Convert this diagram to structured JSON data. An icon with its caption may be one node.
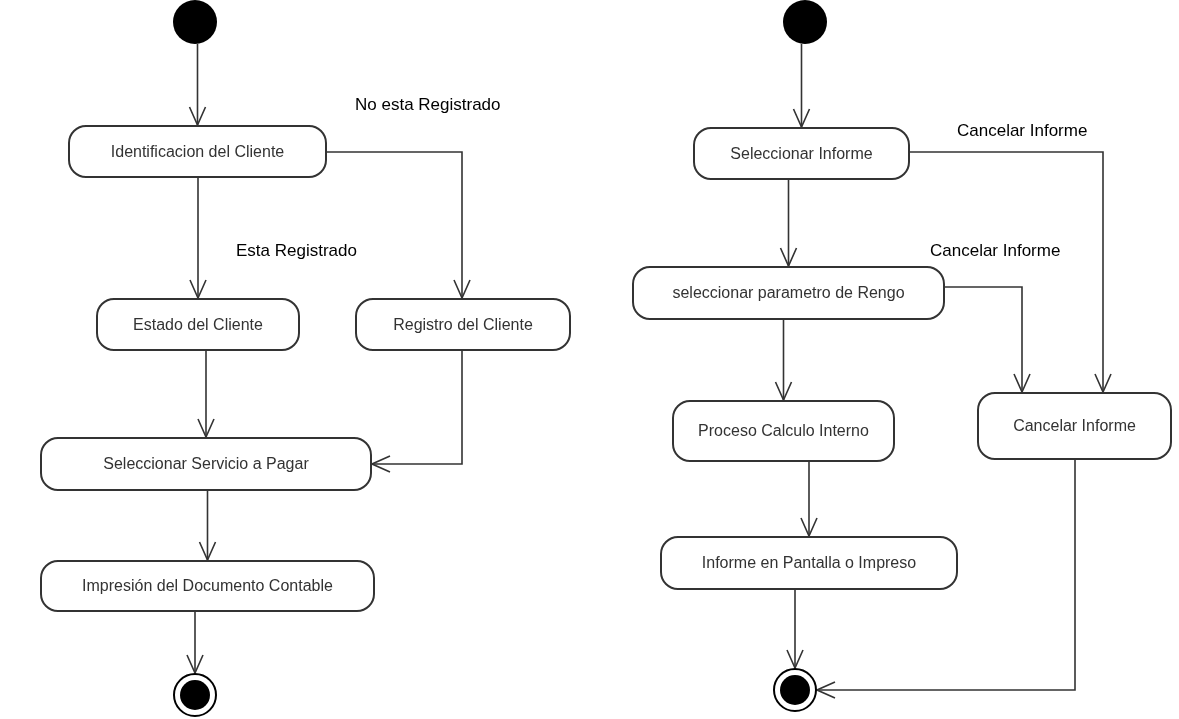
{
  "diagram": {
    "nodes": [
      {
        "text": [],
        "shape": "circle"
      },
      {
        "text": [
          "Identificacion del Cliente"
        ]
      },
      {
        "text": [
          "Estado del Cliente"
        ]
      },
      {
        "text": [
          "Registro del Cliente"
        ]
      },
      {
        "text": [
          "Seleccionar Servicio a Pagar"
        ]
      },
      {
        "text": [
          "Impresión del Documento Contable"
        ]
      },
      {
        "text": [],
        "shape": "bullseye"
      },
      {
        "text": [],
        "shape": "circle"
      },
      {
        "text": [
          "Seleccionar Informe"
        ]
      },
      {
        "text": [
          "seleccionar parametro de Rengo"
        ]
      },
      {
        "text": [
          "Proceso Calculo Interno"
        ]
      },
      {
        "text": [
          "Cancelar Informe"
        ]
      },
      {
        "text": [
          "Informe en Pantalla o Impreso"
        ]
      },
      {
        "text": [],
        "shape": "bullseye"
      }
    ],
    "edges": [
      {
        "from": 0,
        "to": 1,
        "arrow": "to"
      },
      {
        "from": 1,
        "to": 2,
        "arrow": "to",
        "label": "Esta Registrado"
      },
      {
        "from": 1,
        "to": 3,
        "arrow": "to",
        "label": "No esta Registrado"
      },
      {
        "from": 2,
        "to": 4,
        "arrow": "to"
      },
      {
        "from": 3,
        "to": 4,
        "arrow": "to"
      },
      {
        "from": 4,
        "to": 5,
        "arrow": "to"
      },
      {
        "from": 5,
        "to": 6,
        "arrow": "to"
      },
      {
        "from": 7,
        "to": 8,
        "arrow": "to"
      },
      {
        "from": 8,
        "to": 9,
        "arrow": "to"
      },
      {
        "from": 8,
        "to": 11,
        "arrow": "to",
        "label": "Cancelar Informe"
      },
      {
        "from": 9,
        "to": 11,
        "arrow": "to",
        "label": "Cancelar Informe"
      },
      {
        "from": 9,
        "to": 10,
        "arrow": "to"
      },
      {
        "from": 10,
        "to": 12,
        "arrow": "to"
      },
      {
        "from": 12,
        "to": 13,
        "arrow": "to"
      },
      {
        "from": 11,
        "to": 13,
        "arrow": "to"
      }
    ]
  }
}
